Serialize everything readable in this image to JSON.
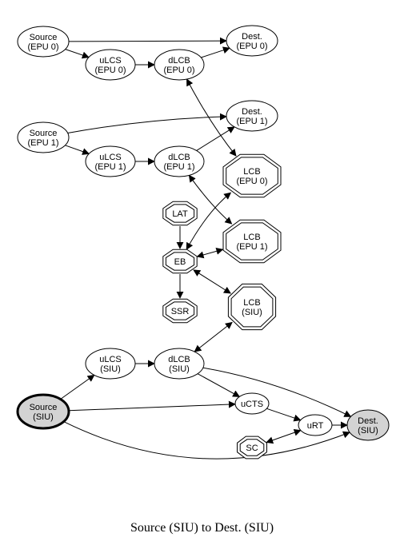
{
  "caption": "Source (SIU) to Dest. (SIU)",
  "colors": {
    "stroke": "#000000",
    "fill_default": "#ffffff",
    "fill_highlight": "#d3d3d3"
  },
  "nodes": {
    "src_epu0": {
      "lines": [
        "Source",
        "(EPU 0)"
      ],
      "shape": "ellipse"
    },
    "dest_epu0": {
      "lines": [
        "Dest.",
        "(EPU 0)"
      ],
      "shape": "ellipse"
    },
    "ulcs_epu0": {
      "lines": [
        "uLCS",
        "(EPU 0)"
      ],
      "shape": "ellipse"
    },
    "dlcb_epu0": {
      "lines": [
        "dLCB",
        "(EPU 0)"
      ],
      "shape": "ellipse"
    },
    "src_epu1": {
      "lines": [
        "Source",
        "(EPU 1)"
      ],
      "shape": "ellipse"
    },
    "dest_epu1": {
      "lines": [
        "Dest.",
        "(EPU 1)"
      ],
      "shape": "ellipse"
    },
    "ulcs_epu1": {
      "lines": [
        "uLCS",
        "(EPU 1)"
      ],
      "shape": "ellipse"
    },
    "dlcb_epu1": {
      "lines": [
        "dLCB",
        "(EPU 1)"
      ],
      "shape": "ellipse"
    },
    "lcb_epu0": {
      "lines": [
        "LCB",
        "(EPU 0)"
      ],
      "shape": "double-octagon"
    },
    "lat": {
      "lines": [
        "LAT"
      ],
      "shape": "double-octagon"
    },
    "lcb_epu1": {
      "lines": [
        "LCB",
        "(EPU 1)"
      ],
      "shape": "double-octagon"
    },
    "eb": {
      "lines": [
        "EB"
      ],
      "shape": "double-octagon"
    },
    "ssr": {
      "lines": [
        "SSR"
      ],
      "shape": "double-octagon"
    },
    "lcb_siu": {
      "lines": [
        "LCB",
        "(SIU)"
      ],
      "shape": "double-octagon"
    },
    "ulcs_siu": {
      "lines": [
        "uLCS",
        "(SIU)"
      ],
      "shape": "ellipse"
    },
    "dlcb_siu": {
      "lines": [
        "dLCB",
        "(SIU)"
      ],
      "shape": "ellipse"
    },
    "src_siu": {
      "lines": [
        "Source",
        "(SIU)"
      ],
      "shape": "ellipse",
      "highlight": true,
      "bold": true
    },
    "ucts": {
      "lines": [
        "uCTS"
      ],
      "shape": "ellipse"
    },
    "urt": {
      "lines": [
        "uRT"
      ],
      "shape": "ellipse"
    },
    "dest_siu": {
      "lines": [
        "Dest.",
        "(SIU)"
      ],
      "shape": "ellipse",
      "highlight": true
    },
    "sc": {
      "lines": [
        "SC"
      ],
      "shape": "double-octagon"
    }
  },
  "edges": [
    {
      "from": "src_epu0",
      "to": "dest_epu0",
      "dir": "forward"
    },
    {
      "from": "src_epu0",
      "to": "ulcs_epu0",
      "dir": "forward"
    },
    {
      "from": "ulcs_epu0",
      "to": "dlcb_epu0",
      "dir": "forward"
    },
    {
      "from": "dlcb_epu0",
      "to": "dest_epu0",
      "dir": "forward"
    },
    {
      "from": "dlcb_epu0",
      "to": "lcb_epu0",
      "dir": "both"
    },
    {
      "from": "src_epu1",
      "to": "dest_epu1",
      "dir": "forward"
    },
    {
      "from": "src_epu1",
      "to": "ulcs_epu1",
      "dir": "forward"
    },
    {
      "from": "ulcs_epu1",
      "to": "dlcb_epu1",
      "dir": "forward"
    },
    {
      "from": "dlcb_epu1",
      "to": "dest_epu1",
      "dir": "forward"
    },
    {
      "from": "dlcb_epu1",
      "to": "lcb_epu1",
      "dir": "both"
    },
    {
      "from": "lat",
      "to": "eb",
      "dir": "forward"
    },
    {
      "from": "eb",
      "to": "lcb_epu0",
      "dir": "both"
    },
    {
      "from": "eb",
      "to": "lcb_epu1",
      "dir": "both"
    },
    {
      "from": "eb",
      "to": "ssr",
      "dir": "forward"
    },
    {
      "from": "eb",
      "to": "lcb_siu",
      "dir": "both"
    },
    {
      "from": "dlcb_siu",
      "to": "lcb_siu",
      "dir": "both"
    },
    {
      "from": "src_siu",
      "to": "ulcs_siu",
      "dir": "forward"
    },
    {
      "from": "ulcs_siu",
      "to": "dlcb_siu",
      "dir": "forward"
    },
    {
      "from": "dlcb_siu",
      "to": "ucts",
      "dir": "forward"
    },
    {
      "from": "dlcb_siu",
      "to": "dest_siu",
      "dir": "forward"
    },
    {
      "from": "src_siu",
      "to": "ucts",
      "dir": "forward"
    },
    {
      "from": "ucts",
      "to": "urt",
      "dir": "forward"
    },
    {
      "from": "urt",
      "to": "dest_siu",
      "dir": "forward"
    },
    {
      "from": "sc",
      "to": "urt",
      "dir": "both"
    },
    {
      "from": "src_siu",
      "to": "dest_siu",
      "dir": "forward"
    }
  ]
}
